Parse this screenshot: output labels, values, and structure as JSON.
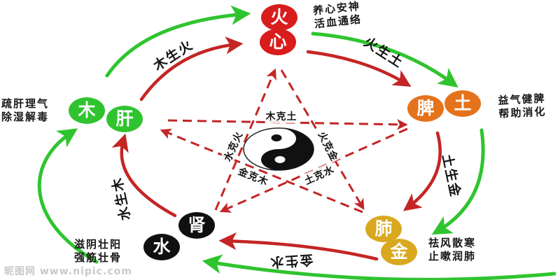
{
  "diagram": "five-elements-cycle",
  "elements": {
    "fire": {
      "element_char": "火",
      "organ_char": "心",
      "color": "#d91c1c",
      "annotation_line1": "养心安神",
      "annotation_line2": "活血通络"
    },
    "earth": {
      "element_char": "土",
      "organ_char": "脾",
      "color": "#e5731c",
      "annotation_line1": "益气健脾",
      "annotation_line2": "帮助消化"
    },
    "metal": {
      "element_char": "金",
      "organ_char": "肺",
      "color": "#d9a81f",
      "annotation_line1": "祛风散寒",
      "annotation_line2": "止嗽润肺"
    },
    "water": {
      "element_char": "水",
      "organ_char": "肾",
      "color": "#101010",
      "annotation_line1": "滋阴壮阳",
      "annotation_line2": "强筋壮骨"
    },
    "wood": {
      "element_char": "木",
      "organ_char": "肝",
      "color": "#2fc42f",
      "annotation_line1": "疏肝理气",
      "annotation_line2": "除湿解毒"
    }
  },
  "generating_cycle": {
    "wood_to_fire": "木生火",
    "fire_to_earth": "火生土",
    "earth_to_metal": "土生金",
    "metal_to_water": "金生水",
    "water_to_wood": "水生木",
    "inner_arrow_color": "#c42525",
    "outer_arrow_color": "#2fc42f"
  },
  "overcoming_cycle": {
    "wood_overcomes_earth": "木克土",
    "water_overcomes_fire": "水克火",
    "fire_overcomes_metal": "火克金",
    "earth_overcomes_water": "土克水",
    "metal_overcomes_wood": "金克木",
    "line_style": "dashed",
    "line_color": "#c42525"
  },
  "center_symbol": "yin-yang",
  "watermark": "昵图网 www.nipic.com"
}
